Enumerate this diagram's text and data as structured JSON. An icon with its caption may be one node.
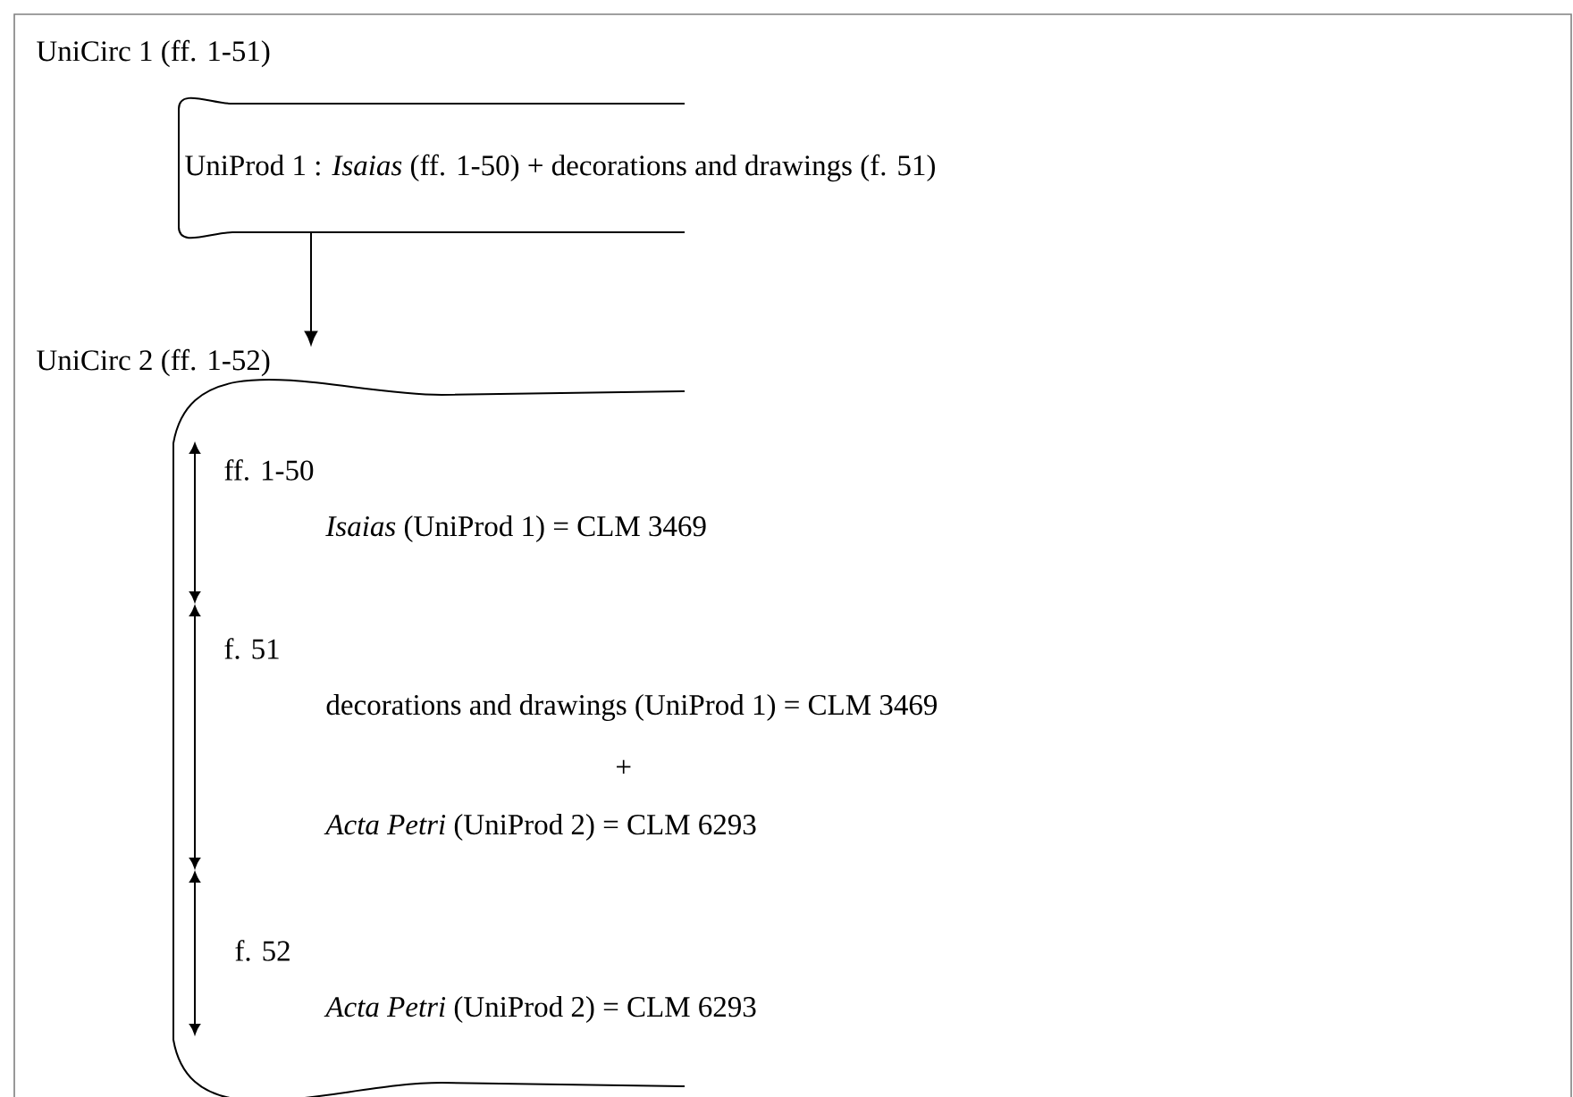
{
  "diagram": {
    "nodes": [
      {
        "text": [
          "UniCirc 1 (ff. 1-51)"
        ]
      },
      {
        "text": [
          "UniProd 1 : *Isaias* (ff. 1-50) + decorations and drawings (f. 51)"
        ]
      },
      {
        "text": [
          "UniCirc 2 (ff. 1-52)"
        ]
      },
      {
        "text": [
          "ff. 1-50",
          "*Isaias* (UniProd 1) = CLM 3469",
          "f. 51",
          "decorations and drawings (UniProd 1) = CLM 3469",
          "+",
          "*Acta Petri* (UniProd 2) = CLM 6293",
          "f. 52",
          "*Acta Petri* (UniProd 2) = CLM 6293"
        ]
      }
    ],
    "edges": [
      {
        "from": 1,
        "to": 2,
        "arrow": "to"
      }
    ]
  }
}
